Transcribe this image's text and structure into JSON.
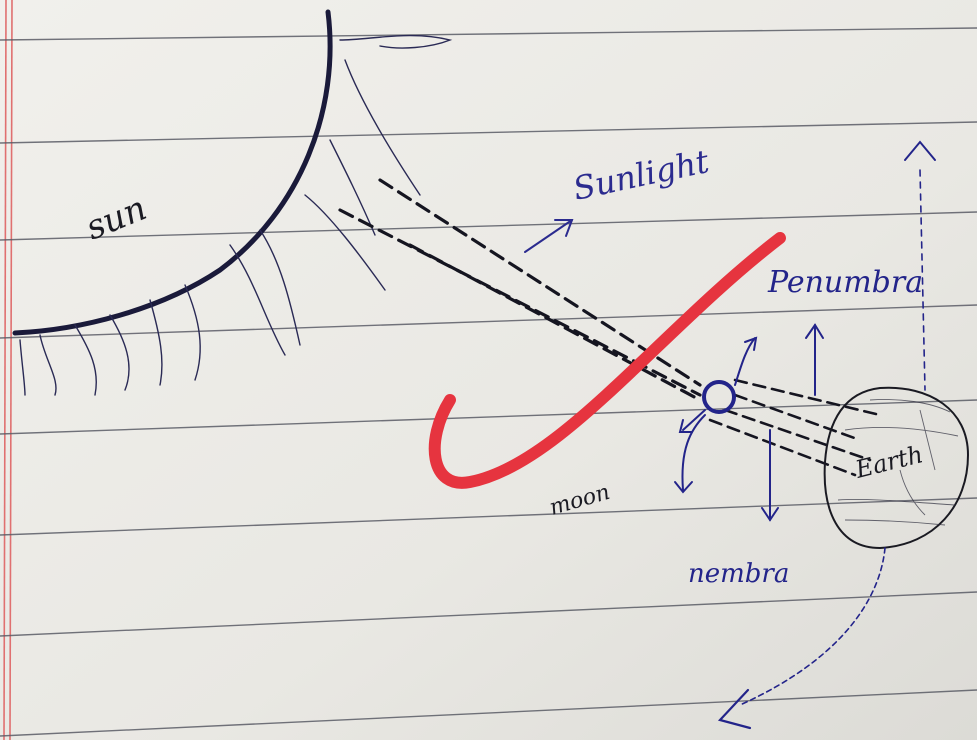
{
  "labels": {
    "sun": "sun",
    "sunlight": "Sunlight",
    "penumbra": "Penumbra",
    "moon": "moon",
    "earth": "Earth",
    "umbra": "nembra"
  },
  "colors": {
    "paper": "#ecebe6",
    "rule_line": "#5a5c66",
    "margin_line": "#e07070",
    "ink_blue": "#23248a",
    "ink_black": "#1a1a22",
    "tick_red": "#e6343f"
  }
}
